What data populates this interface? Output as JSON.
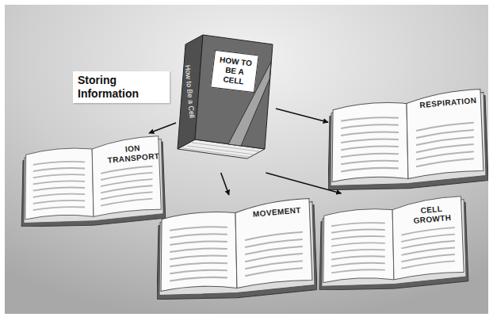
{
  "diagram": {
    "title": "Storing Information",
    "nodes": [
      {
        "text": [
          "HOW TO BE A CELL",
          "How to Be a Cell"
        ]
      },
      {
        "text": [
          "ION TRANSPORT"
        ]
      },
      {
        "text": [
          "RESPIRATION"
        ]
      },
      {
        "text": [
          "MOVEMENT"
        ]
      },
      {
        "text": [
          "CELL GROWTH"
        ]
      }
    ],
    "edges": [
      {
        "from": 0,
        "to": 1,
        "arrow": "to"
      },
      {
        "from": 0,
        "to": 2,
        "arrow": "to"
      },
      {
        "from": 0,
        "to": 3,
        "arrow": "to"
      },
      {
        "from": 0,
        "to": 4,
        "arrow": "to"
      }
    ]
  }
}
